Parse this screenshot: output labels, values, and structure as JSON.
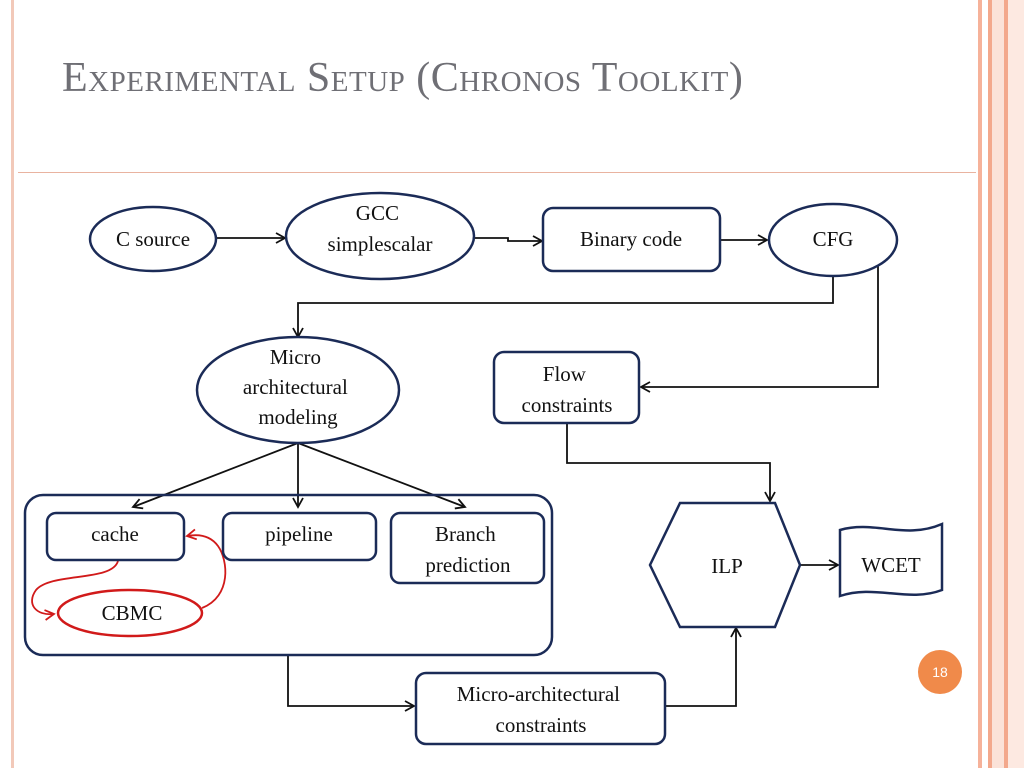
{
  "slide": {
    "title": "Experimental Setup (Chronos Toolkit)",
    "page_number": "18"
  },
  "nodes": {
    "c_source": [
      "C source"
    ],
    "gcc": [
      "GCC",
      "simplescalar"
    ],
    "binary": [
      "Binary code"
    ],
    "cfg": [
      "CFG"
    ],
    "micro_modeling": [
      "Micro",
      "architectural",
      "modeling"
    ],
    "flow": [
      "Flow",
      "constraints"
    ],
    "cache": [
      "cache"
    ],
    "pipeline": [
      "pipeline"
    ],
    "branch": [
      "Branch",
      "prediction"
    ],
    "cbmc": [
      "CBMC"
    ],
    "ilp": [
      "ILP"
    ],
    "wcet": [
      "WCET"
    ],
    "micro_constraints": [
      "Micro-architectural",
      "constraints"
    ]
  },
  "colors": {
    "outline": "#1b2b57",
    "highlight": "#d11a1a",
    "title": "#6f6f75",
    "page_badge": "#f08a4a"
  }
}
